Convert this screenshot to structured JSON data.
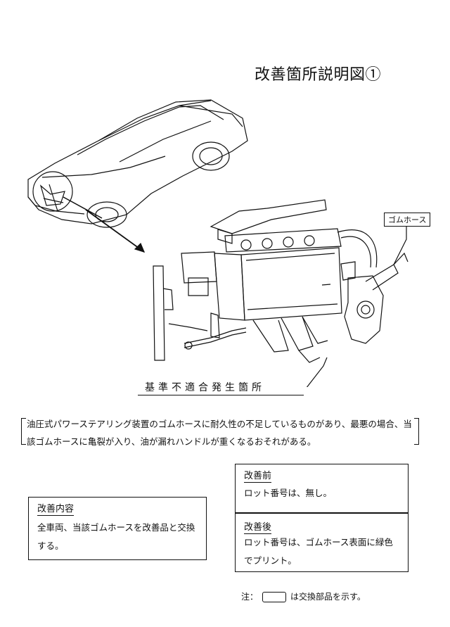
{
  "document": {
    "title": "改善箇所説明図①",
    "part_label": "ゴムホース",
    "location_caption": "基準不適合発生箇所",
    "description": "油圧式パワーステアリング装置のゴムホースに耐久性の不足しているものがあり、最悪の場合、当該ゴムホースに亀裂が入り、油が漏れハンドルが重くなるおそれがある。",
    "before": {
      "heading": "改善前",
      "text": "ロット番号は、無し。"
    },
    "after": {
      "heading": "改善後",
      "text": "ロット番号は、ゴムホース表面に緑色でプリント。"
    },
    "content": {
      "heading": "改善内容",
      "text": "全車両、当該ゴムホースを改善品と交換する。"
    },
    "note": {
      "prefix": "注：",
      "suffix": "は交換部品を示す。"
    }
  }
}
